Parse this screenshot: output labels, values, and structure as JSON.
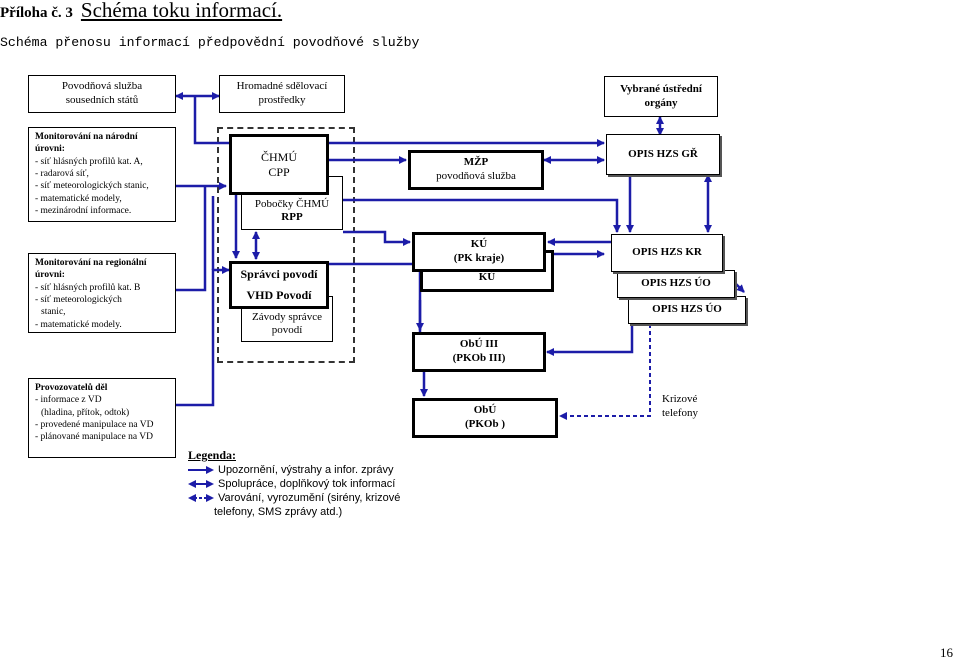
{
  "header": {
    "label": "Příloha č. 3",
    "title": "Schéma toku informací."
  },
  "subtitle": "Schéma přenosu informací předpovědní povodňové služby",
  "page_number": "16",
  "colors": {
    "arrow": "#1c1ca8",
    "border": "#000000"
  },
  "nodes": {
    "sousednich": {
      "line1": "Povodňová služba",
      "line2": "sousedních států"
    },
    "hromadne": {
      "line1": "Hromadné sdělovací",
      "line2": "prostředky"
    },
    "vybrane": {
      "line1": "Vybrané ústřední",
      "line2": "orgány"
    },
    "chmu": {
      "line1": "ČHMÚ",
      "line2": "CPP"
    },
    "pobocky": {
      "line1": "Pobočky ČHMÚ",
      "line2": "RPP"
    },
    "spravci": {
      "line1": "Správci povodí"
    },
    "vhd": {
      "line1": "VHD Povodí"
    },
    "zavody": {
      "line1": "Závody správce",
      "line2": "povodí"
    },
    "mzp": {
      "line1": "MŽP",
      "line2": "povodňová služba"
    },
    "ku": {
      "line1": "KÚ",
      "line2": "(PK kraje)"
    },
    "ku_back": {
      "line1": "KÚ"
    },
    "opis_gr": {
      "line1": "OPIS HZS GŘ"
    },
    "opis_kr": {
      "line1": "OPIS HZS KR"
    },
    "opis_uo1": {
      "line1": "OPIS HZS ÚO"
    },
    "opis_uo2": {
      "line1": "OPIS HZS ÚO"
    },
    "obu3": {
      "line1": "ObÚ III",
      "line2": "(PKOb III)"
    },
    "obu": {
      "line1": "ObÚ",
      "line2": "(PKOb )"
    },
    "krizove": {
      "line1": "Krizové",
      "line2": "telefony"
    }
  },
  "lists": {
    "narodni": {
      "title1": "Monitorování na národní",
      "title2": "úrovni:",
      "items": [
        "- síť hlásných profilů kat. A,",
        "- radarová síť,",
        "- síť meteorologických stanic,",
        "- matematické modely,",
        "- mezinárodní informace."
      ]
    },
    "regionalni": {
      "title1": "Monitorování na regionální",
      "title2": "úrovni:",
      "items": [
        "- síť hlásných profilů kat. B",
        "- síť meteorologických",
        "  stanic,",
        "- matematické modely."
      ]
    },
    "provoz": {
      "title1": "Provozovatelů děl",
      "title2": "",
      "items": [
        "- informace z VD",
        "  (hladina, přítok, odtok)",
        "- provedené manipulace na VD",
        "- plánované manipulace na VD"
      ]
    }
  },
  "legend": {
    "title": "Legenda:",
    "row1": "Upozornění, výstrahy a infor. zprávy",
    "row2": "Spolupráce, doplňkový tok informací",
    "row3": "Varování, vyrozumění (sirény, krizové",
    "row3b": "telefony,  SMS zprávy atd.)"
  }
}
